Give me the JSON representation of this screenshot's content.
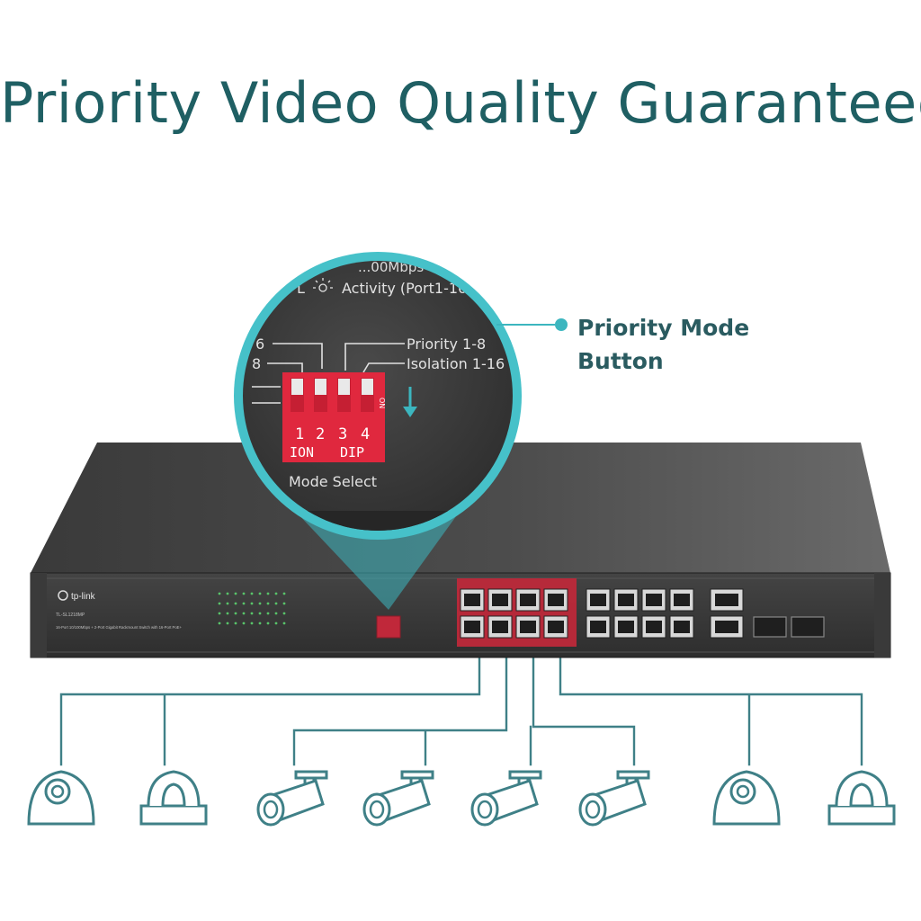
{
  "headline": "Priority Video Quality Guaranteed",
  "callout": {
    "line1": "Priority Mode",
    "line2": "Button"
  },
  "zoom": {
    "top_text": "...00Mbps",
    "activity_text": "Activity (Port1-16)",
    "priority_label": "Priority 1-8",
    "isolation_label": "Isolation 1-16",
    "dip_numbers": [
      "1",
      "2",
      "3",
      "4"
    ],
    "dip_letters_left": "ION",
    "dip_letters_right": "DIP",
    "mode_select": "Mode Select",
    "left_digit_1": "6",
    "left_digit_2": "8",
    "side_mark": "ON"
  },
  "device": {
    "brand": "tp-link",
    "model": "TL-SL1218MP",
    "description": "16-Port 10/100Mbps + 2-Port Gigabit Rackmount Switch with 16-Port PoE+"
  },
  "cameras": [
    {
      "type": "dome-camera"
    },
    {
      "type": "ceiling-dome-camera"
    },
    {
      "type": "bullet-camera"
    },
    {
      "type": "bullet-camera"
    },
    {
      "type": "bullet-camera"
    },
    {
      "type": "bullet-camera"
    },
    {
      "type": "dome-camera"
    },
    {
      "type": "ceiling-dome-camera"
    }
  ],
  "colors": {
    "headline": "#1f5f63",
    "teal": "#3cb6bf",
    "line": "#3f8087",
    "highlight_red": "#c0283a",
    "switch_body": "#3c3c3c"
  }
}
